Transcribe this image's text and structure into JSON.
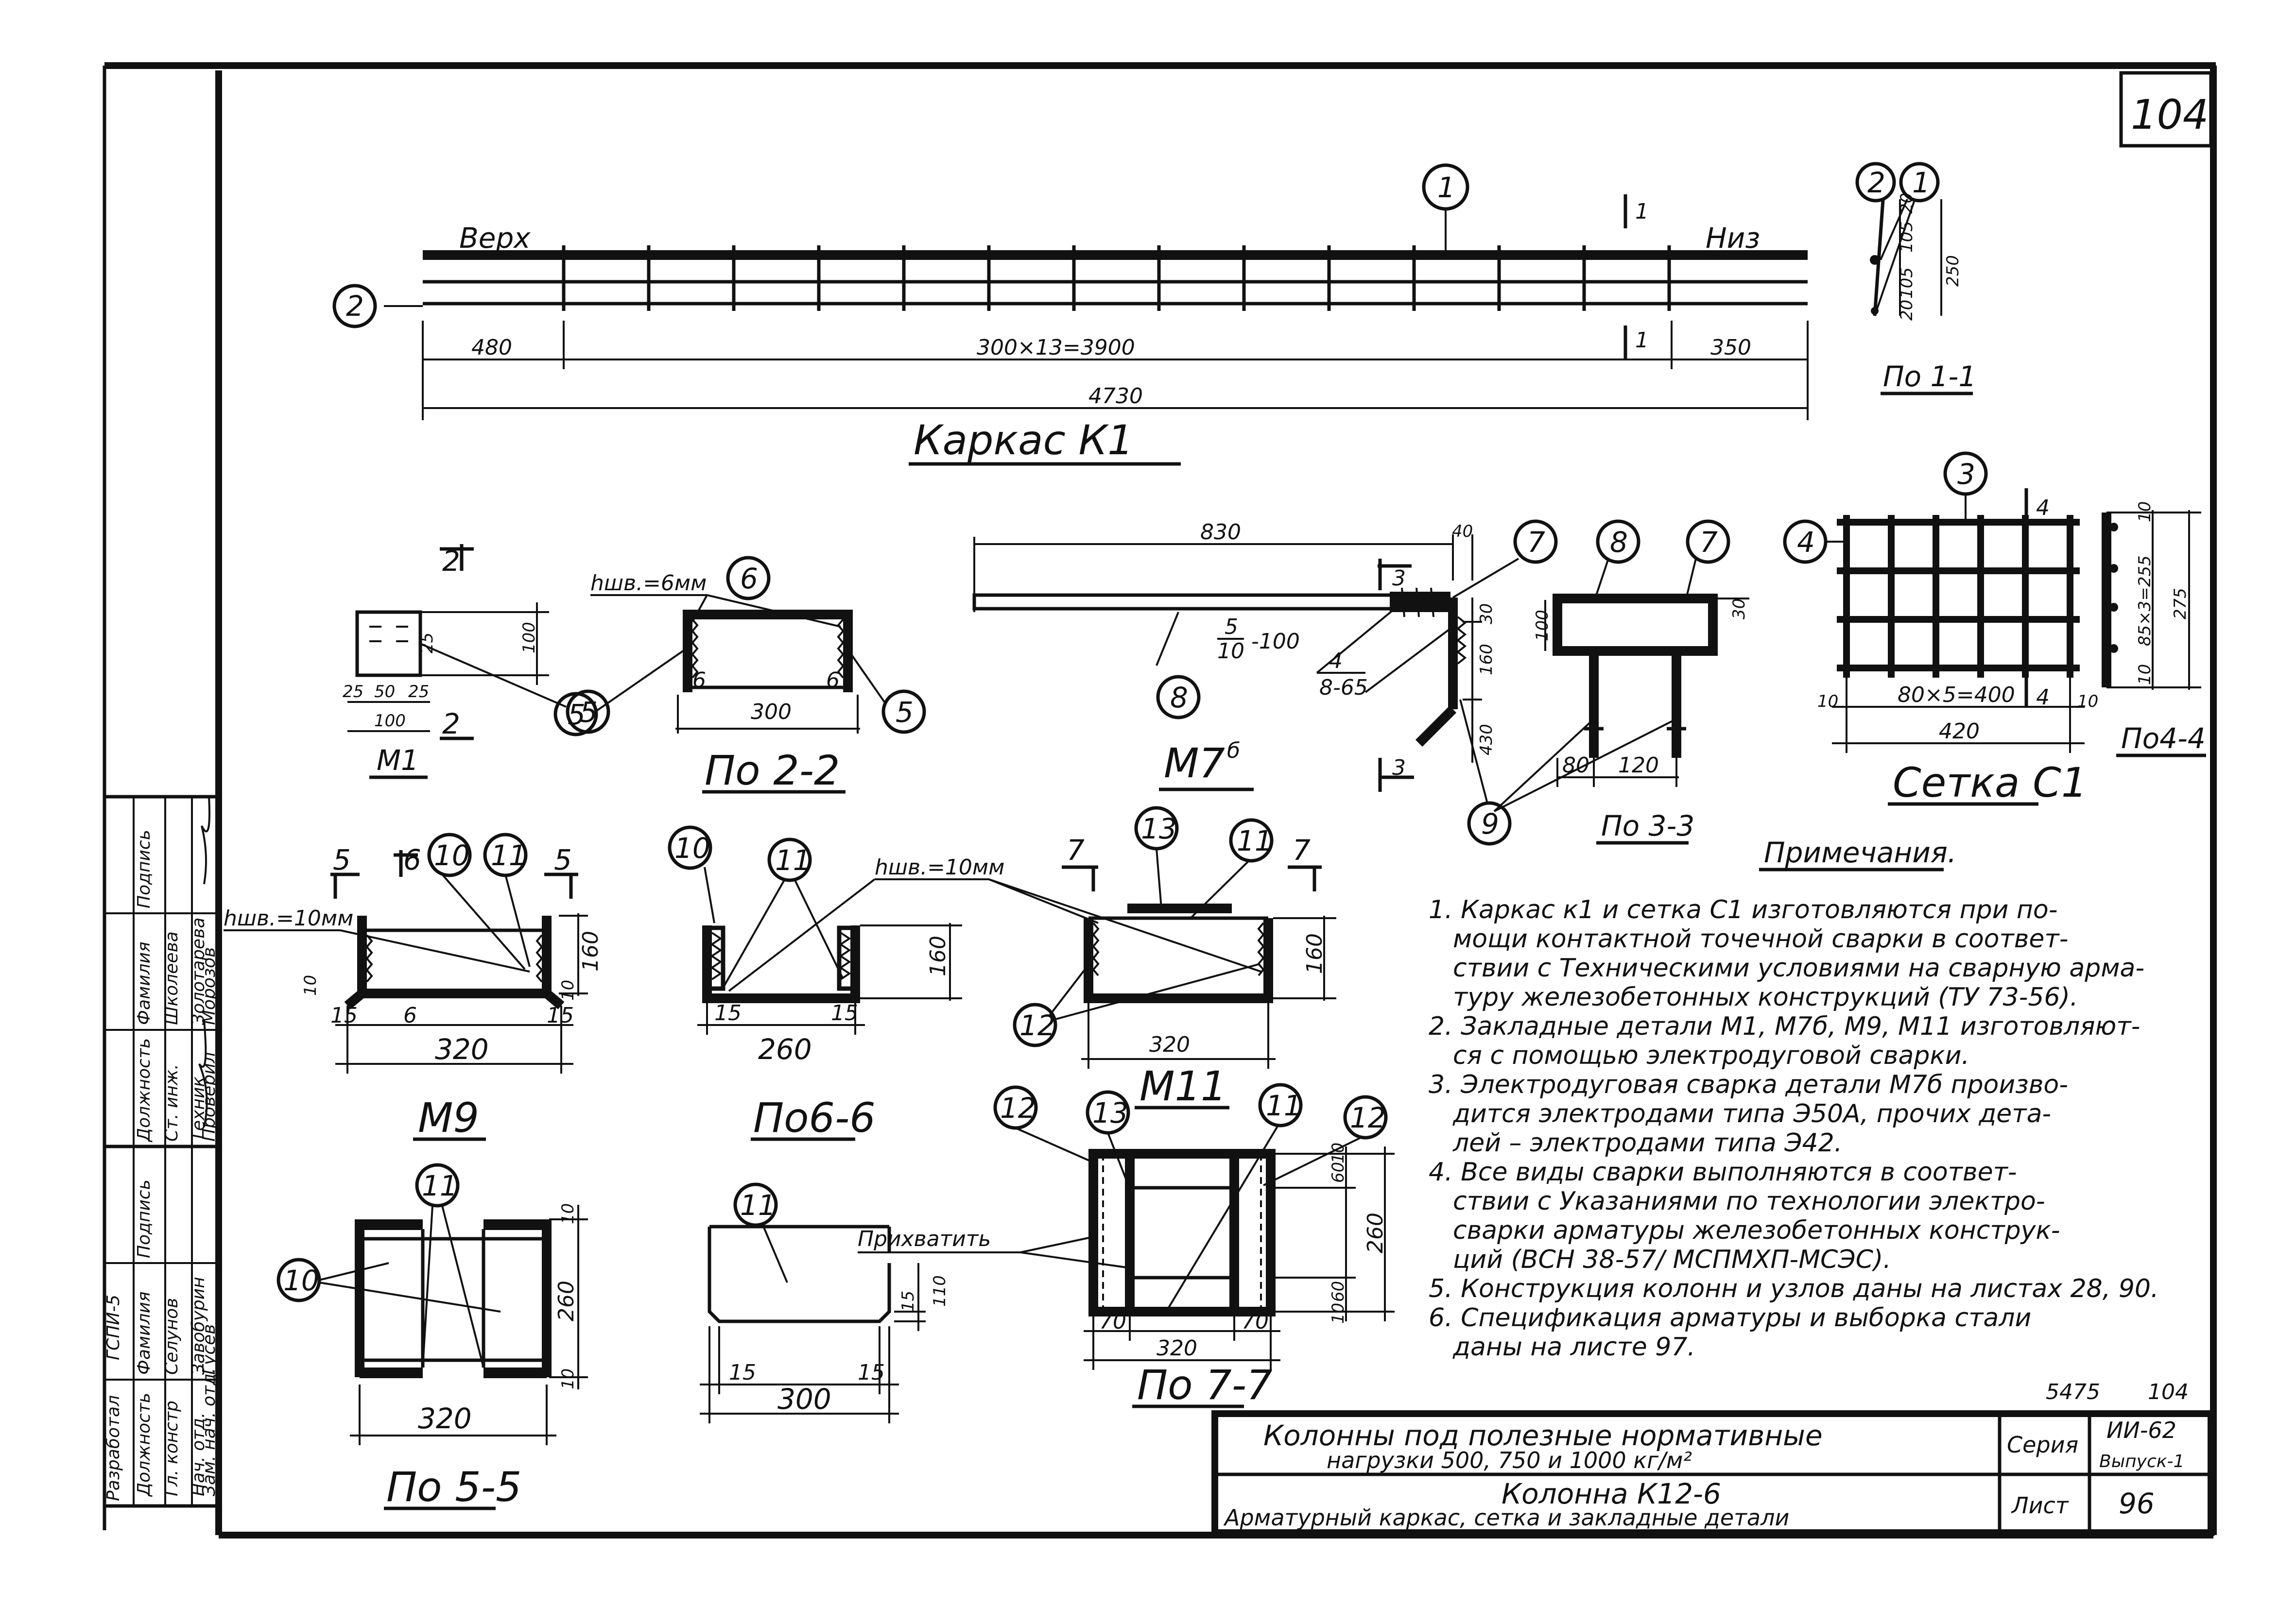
{
  "sheet": {
    "corner_number": "104",
    "stamp_left": "5475",
    "stamp_right": "104"
  },
  "karkas": {
    "callout_main": "1",
    "callout_start": "2",
    "label_top": "Верх",
    "label_bottom": "Низ",
    "section_mark": "1",
    "dim_left": "480",
    "dim_mid": "300×13=3900",
    "dim_right": "350",
    "dim_total": "4730",
    "title": "Каркас К1"
  },
  "sec11": {
    "callout_a": "2",
    "callout_b": "1",
    "dims": [
      "20",
      "105",
      "105",
      "20"
    ],
    "dim_total": "250",
    "title": "По 1-1"
  },
  "m1": {
    "section_mark": "2",
    "dims_h": [
      "25",
      "50",
      "25"
    ],
    "dim_total": "100",
    "dim_v": "100",
    "dim_inner": "25",
    "callout": "5",
    "title": "М1"
  },
  "sec22": {
    "weld_note": "hшв.=6мм",
    "callout_top": "6",
    "callout_left": "5",
    "callout_right": "5",
    "dim_left": "6",
    "dim_right": "6",
    "dim_total": "300",
    "title": "По 2-2"
  },
  "m7": {
    "dim_length": "830",
    "dim_end": "40",
    "section_mark": "3",
    "callout_bar": "8",
    "callout_a": "7",
    "label_a_num": "5",
    "label_a_den": "10",
    "label_a_tail": "-100",
    "label_b_num": "4",
    "label_b_den": "8-65",
    "title": "М7",
    "title_sup": "б"
  },
  "sec33": {
    "callout_left": "8",
    "callout_right": "7",
    "callout_bottom": "9",
    "dim_top": "30",
    "dim_mid": "160",
    "dim_bottom": "430",
    "dim_plate": "100",
    "dim_side": "30",
    "dim_h1": "80",
    "dim_h2": "120",
    "title": "По 3-3"
  },
  "setka": {
    "callout_top": "3",
    "callout_left": "4",
    "section_mark": "4",
    "dim_edge_left": "10",
    "dim_edge_right": "10",
    "dim_mid": "80×5=400",
    "dim_total": "420",
    "title": "Сетка С1"
  },
  "sec44": {
    "dim_top": "10",
    "dim_mid": "85×3=255",
    "dim_bottom": "10",
    "dim_total": "275",
    "title": "По4-4"
  },
  "m9": {
    "marks": [
      "5",
      "6",
      "5"
    ],
    "callout_a": "10",
    "callout_b": "11",
    "weld_note": "hшв.=10мм",
    "dim_height": "160",
    "dim_lip_left": "10",
    "dim_lip_right": "10",
    "dims_bottom": [
      "15",
      "6",
      "15"
    ],
    "dim_total": "320",
    "title": "М9"
  },
  "sec66": {
    "callout_a": "10",
    "callout_b": "11",
    "weld_note": "hшв.=10мм",
    "dim_height": "160",
    "dim_left": "15",
    "dim_right": "15",
    "dim_total": "260",
    "title": "По6-6"
  },
  "m11": {
    "marks": [
      "7",
      "7"
    ],
    "callout_top": "13",
    "callout_right": "11",
    "callout_left": "12",
    "dim_height": "160",
    "dim_total": "320",
    "title": "М11"
  },
  "sec55": {
    "callout_a": "11",
    "callout_b": "10",
    "dim_top": "10",
    "dim_height": "260",
    "dim_bottom": "10",
    "dim_total": "320",
    "title": "По 5-5"
  },
  "part11": {
    "callout": "11",
    "dim_height": "110",
    "dim_lip": "15",
    "dim_left": "15",
    "dim_right": "15",
    "dim_total": "300"
  },
  "sec77": {
    "callout_a": "12",
    "callout_b": "13",
    "callout_c": "11",
    "callout_d": "12",
    "label": "Прихватить",
    "dims_right": [
      "10",
      "60",
      "60",
      "10"
    ],
    "dim_height": "260",
    "dim_left": "70",
    "dim_right": "70",
    "dim_total": "320",
    "title": "По 7-7"
  },
  "notes": {
    "title": "Примечания.",
    "lines": [
      "1. Каркас к1 и сетка С1 изготовляются при по-",
      "мощи контактной точечной сварки в соответ-",
      "ствии с Техническими условиями на сварную арма-",
      "туру железобетонных конструкций (ТУ 73-56).",
      "2. Закладные детали М1, М7б, М9, М11 изготовляют-",
      "ся с помощью электродуговой сварки.",
      "3. Электродуговая сварка детали М7б произво-",
      "дится электродами типа Э50А, прочих дета-",
      "лей – электродами типа Э42.",
      "4. Все виды сварки выполняются в соответ-",
      "ствии с Указаниями по технологии электро-",
      "сварки арматуры железобетонных конструк-",
      "ций (ВСН 38-57/ МСПМХП-МСЭС).",
      "5. Конструкция колонн и узлов даны на листах 28, 90.",
      "6. Спецификация арматуры и выборка стали",
      "даны на листе 97."
    ]
  },
  "title_block": {
    "line1": "Колонны под полезные нормативные",
    "line2": "нагрузки 500, 750 и 1000 кг/м²",
    "line3": "Колонна К12-6",
    "line4": "Арматурный каркас, сетка и закладные детали",
    "series_label": "Серия",
    "series_value_1": "ИИ-62",
    "series_value_2": "Выпуск-1",
    "sheet_label": "Лист",
    "sheet_value": "96"
  },
  "side_stamp": {
    "org": "ГСПИ-5",
    "role_devel": "Разработал",
    "col_post": "Должность",
    "col_name": "Фамилия",
    "col_sign": "Подпись",
    "rows_a": [
      [
        "Гл. констр",
        "Селунов"
      ],
      [
        "Нач. отд.",
        "Завобурин"
      ],
      [
        "Зам. нач. отд.",
        "Гусев"
      ]
    ],
    "rows_b": [
      [
        "Ст. инж.",
        "Школеева"
      ],
      [
        "Техник",
        "Золотарева"
      ],
      [
        "Проверил",
        "Морозов"
      ]
    ]
  }
}
